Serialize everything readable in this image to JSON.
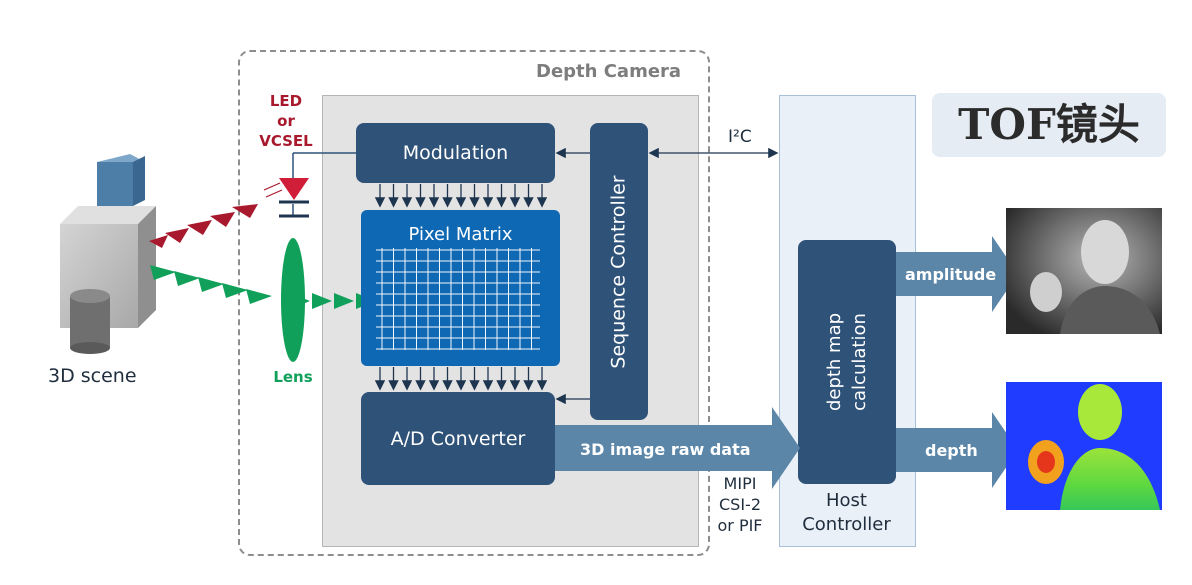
{
  "tof_badge": "TOF镜头",
  "camera": {
    "title": "Depth Camera"
  },
  "emitter": {
    "label_line1": "LED",
    "label_line2": "or",
    "label_line3": "VCSEL"
  },
  "lens_label": "Lens",
  "scene_label": "3D scene",
  "blocks": {
    "modulation": "Modulation",
    "pixel_matrix": "Pixel Matrix",
    "sequence_controller": "Sequence Controller",
    "ad_converter": "A/D Converter",
    "depth_map_line1": "depth map",
    "depth_map_line2": "calculation"
  },
  "host": {
    "line1": "Host",
    "line2": "Controller"
  },
  "links": {
    "i2c": "I²C",
    "raw_data": "3D image raw data",
    "interface_line1": "MIPI",
    "interface_line2": "CSI-2",
    "interface_line3": "or PIF",
    "amplitude": "amplitude",
    "depth": "depth"
  },
  "colors": {
    "dark_blue": "#2e5278",
    "arrow_blue": "#5b86a8",
    "pixel_blue": "#0e68b4",
    "emitter_red": "#a8192e",
    "lens_green": "#10a05a",
    "badge_bg": "#e6ecf3",
    "host_bg": "#eaf0f7"
  }
}
